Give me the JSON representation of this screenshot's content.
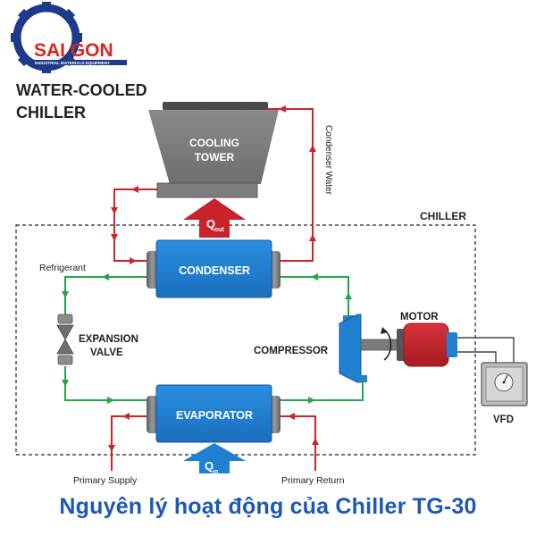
{
  "brand": {
    "name": "SAI GON",
    "tagline": "INDUSTRIAL MATERIALS EQUIPMENT",
    "red": "#d9261c",
    "navy": "#1e3a8a"
  },
  "title_line1": "WATER-COOLED",
  "title_line2": "CHILLER",
  "cooling_tower": {
    "line1": "COOLING",
    "line2": "TOWER"
  },
  "condenser_water_label": "Condenser Water",
  "chiller_label": "CHILLER",
  "q_out": {
    "main": "Q",
    "sub": "out"
  },
  "q_in": {
    "main": "Q",
    "sub": "in"
  },
  "condenser_label": "CONDENSER",
  "evaporator_label": "EVAPORATOR",
  "refrigerant_label": "Refrigerant",
  "expansion_valve": {
    "line1": "EXPANSION",
    "line2": "VALVE"
  },
  "compressor_label": "COMPRESSOR",
  "motor_label": "MOTOR",
  "vfd_label": "VFD",
  "primary_supply_label": "Primary Supply",
  "primary_return_label": "Primary Return",
  "caption": "Nguyên lý hoạt động của Chiller TG-30",
  "colors": {
    "water_line": "#c9262c",
    "refrigerant_line": "#22a84a",
    "heat_exchanger": "#1f7fd0",
    "motor": "#c8232b",
    "caption": "#1f57b5"
  }
}
